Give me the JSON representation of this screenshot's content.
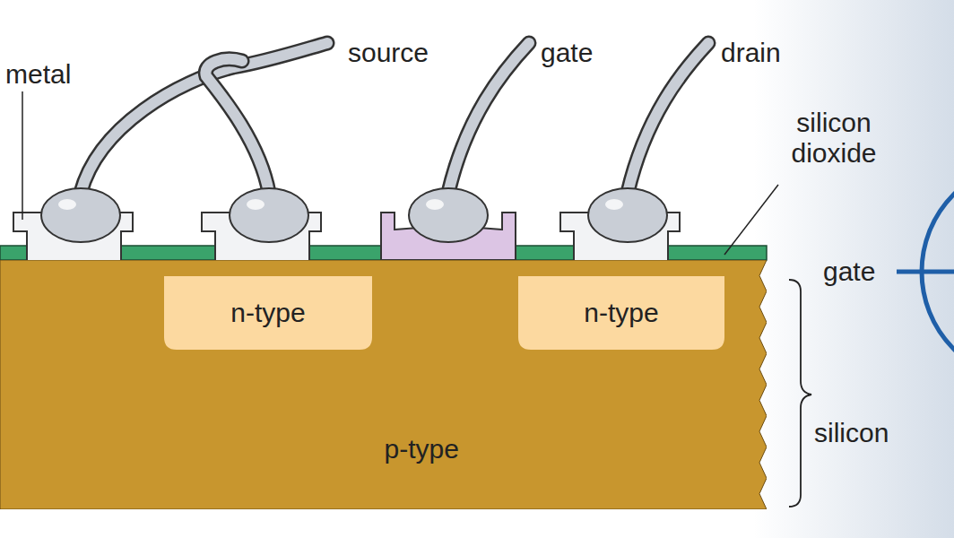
{
  "diagram": {
    "nodes": [
      {
        "text": [
          "p-type"
        ]
      },
      {
        "text": [
          "n-type"
        ],
        "in": 0
      },
      {
        "text": [
          "n-type"
        ],
        "in": 0
      }
    ],
    "labels": [
      "metal",
      "source",
      "gate",
      "drain",
      "silicon dioxide",
      "gate",
      "silicon"
    ]
  }
}
